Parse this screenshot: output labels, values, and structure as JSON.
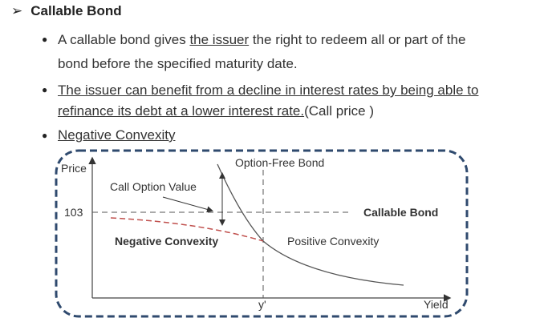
{
  "title": "Callable Bond",
  "bullets": [
    {
      "line1_pre": "A callable bond gives ",
      "line1_u": "the issuer",
      "line1_post": " the right to redeem all or part of the",
      "line2": "bond before the specified maturity date."
    },
    {
      "line1": "The issuer can benefit from a decline in interest rates by being able to",
      "line2_u": "refinance its debt at a lower interest rate.",
      "line2_post": "(Call price )"
    },
    {
      "line1": "Negative Convexity"
    }
  ],
  "diagram": {
    "y_axis": "Price",
    "x_axis": "Yield",
    "price_level": "103",
    "yield_mark": "y'",
    "option_free": "Option-Free Bond",
    "callable": "Callable Bond",
    "call_option_value": "Call Option Value",
    "neg_convexity": "Negative Convexity",
    "pos_convexity": "Positive Convexity",
    "colors": {
      "frame": "#2f4a6e",
      "callable_curve": "#c0504d",
      "curve": "#555555"
    }
  }
}
